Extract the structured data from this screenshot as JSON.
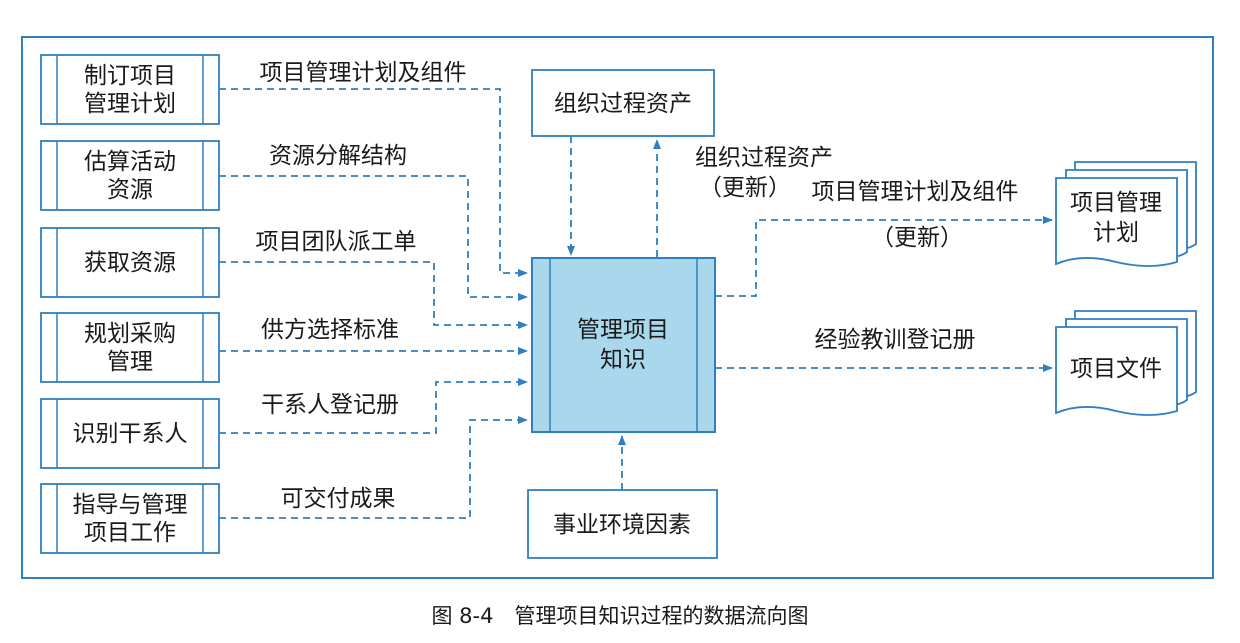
{
  "inputs": [
    {
      "line1": "制订项目",
      "line2": "管理计划",
      "flow": "项目管理计划及组件"
    },
    {
      "line1": "估算活动",
      "line2": "资源",
      "flow": "资源分解结构"
    },
    {
      "line1": "获取资源",
      "line2": "",
      "flow": "项目团队派工单"
    },
    {
      "line1": "规划采购",
      "line2": "管理",
      "flow": "供方选择标准"
    },
    {
      "line1": "识别干系人",
      "line2": "",
      "flow": "干系人登记册"
    },
    {
      "line1": "指导与管理",
      "line2": "项目工作",
      "flow": "可交付成果"
    }
  ],
  "center": {
    "line1": "管理项目",
    "line2": "知识"
  },
  "top_box": "组织过程资产",
  "top_output": {
    "line1": "组织过程资产",
    "line2": "（更新）"
  },
  "bottom_box": "事业环境因素",
  "outputs": [
    {
      "flow1": "项目管理计划及组件",
      "flow2": "（更新）",
      "doc1": "项目管理",
      "doc2": "计划"
    },
    {
      "flow1": "经验教训登记册",
      "flow2": "",
      "doc1": "项目文件",
      "doc2": ""
    }
  ],
  "caption": "图 8-4　管理项目知识过程的数据流向图",
  "colors": {
    "line": "#2f7fc2",
    "center_fill": "#a9d8ec",
    "frame": "#2f7fc2"
  }
}
